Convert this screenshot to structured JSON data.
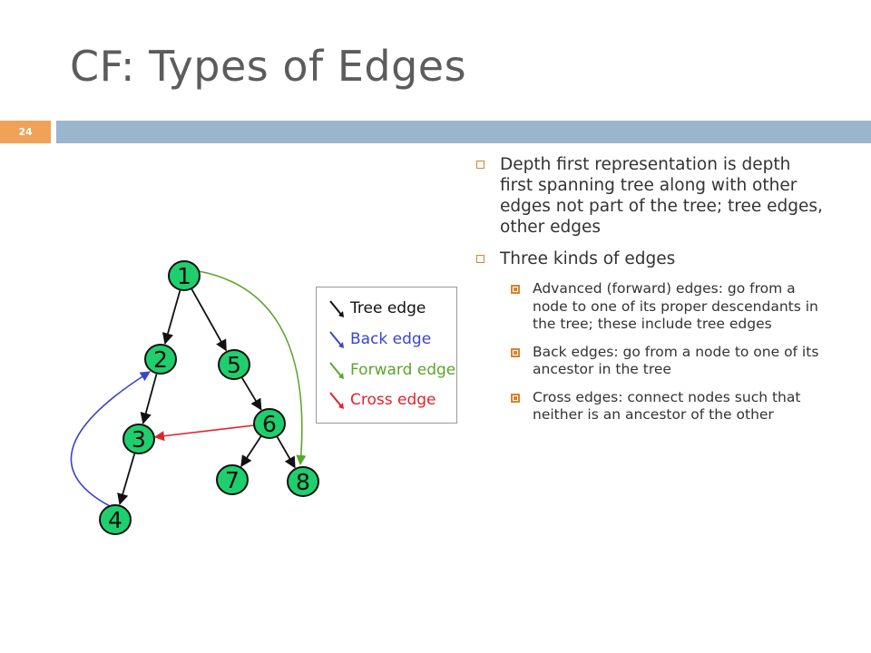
{
  "slide": {
    "title": "CF: Types of Edges",
    "number": "24"
  },
  "colors": {
    "title": "#5c5c5c",
    "number_box": "#f0a258",
    "header_bar": "#9bb5cd",
    "node_fill": "#1fcf6e",
    "tree_edge": "#111111",
    "back_edge": "#3a46c8",
    "forward_edge": "#5aa52a",
    "cross_edge": "#e0242a",
    "bullet_marker": "#d9822b"
  },
  "diagram": {
    "nodes": [
      {
        "id": "1",
        "label": "1"
      },
      {
        "id": "2",
        "label": "2"
      },
      {
        "id": "3",
        "label": "3"
      },
      {
        "id": "4",
        "label": "4"
      },
      {
        "id": "5",
        "label": "5"
      },
      {
        "id": "6",
        "label": "6"
      },
      {
        "id": "7",
        "label": "7"
      },
      {
        "id": "8",
        "label": "8"
      }
    ],
    "edges": [
      {
        "from": "1",
        "to": "2",
        "type": "tree"
      },
      {
        "from": "1",
        "to": "5",
        "type": "tree"
      },
      {
        "from": "2",
        "to": "3",
        "type": "tree"
      },
      {
        "from": "3",
        "to": "4",
        "type": "tree"
      },
      {
        "from": "5",
        "to": "6",
        "type": "tree"
      },
      {
        "from": "6",
        "to": "7",
        "type": "tree"
      },
      {
        "from": "6",
        "to": "8",
        "type": "tree"
      },
      {
        "from": "4",
        "to": "2",
        "type": "back"
      },
      {
        "from": "1",
        "to": "8",
        "type": "forward"
      },
      {
        "from": "6",
        "to": "3",
        "type": "cross"
      }
    ],
    "legend": [
      {
        "label": "Tree edge",
        "color": "#111111"
      },
      {
        "label": "Back edge",
        "color": "#3a46c8"
      },
      {
        "label": "Forward edge",
        "color": "#5aa52a"
      },
      {
        "label": "Cross edge",
        "color": "#e0242a"
      }
    ]
  },
  "bullets": [
    {
      "text": "Depth first representation is depth first spanning tree along with other edges not part of the tree; tree edges, other edges"
    },
    {
      "text": "Three kinds of edges",
      "children": [
        "Advanced (forward) edges: go from a node to one of its proper descendants in the tree; these include tree edges",
        "Back edges: go from a node to one of its ancestor in the tree",
        "Cross edges: connect nodes such that neither is an ancestor of the other"
      ]
    }
  ]
}
